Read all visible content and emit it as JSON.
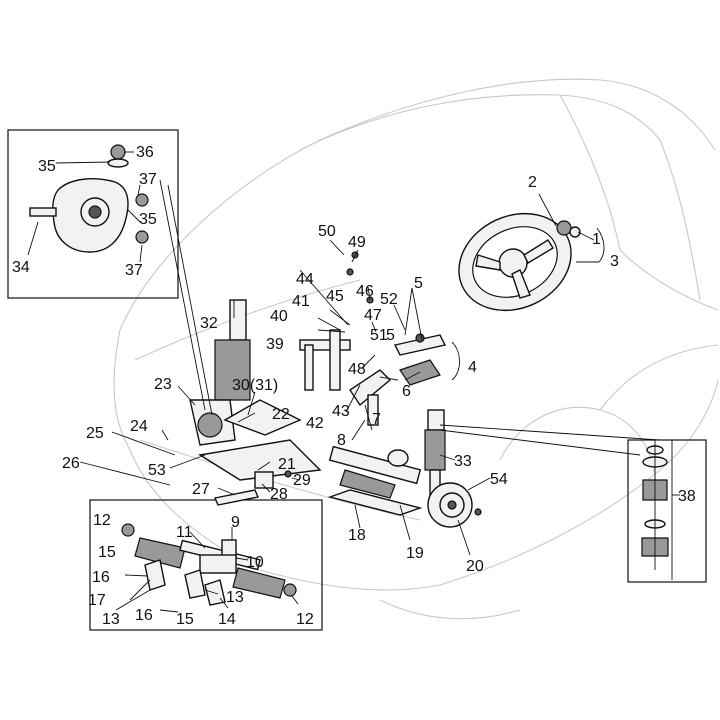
{
  "diagram": {
    "labels": {
      "n1": "1",
      "n2": "2",
      "n3": "3",
      "n4": "4",
      "n5a": "5",
      "n5b": "5",
      "n6": "6",
      "n7": "7",
      "n8": "8",
      "n9": "9",
      "n10": "10",
      "n11": "11",
      "n12a": "12",
      "n12b": "12",
      "n13a": "13",
      "n13b": "13",
      "n14": "14",
      "n15a": "15",
      "n15b": "15",
      "n16a": "16",
      "n16b": "16",
      "n17": "17",
      "n18": "18",
      "n19": "19",
      "n20": "20",
      "n21": "21",
      "n22": "22",
      "n23": "23",
      "n24": "24",
      "n25": "25",
      "n26": "26",
      "n27": "27",
      "n28": "28",
      "n29": "29",
      "n30": "30(31)",
      "n32": "32",
      "n33": "33",
      "n34": "34",
      "n35a": "35",
      "n35b": "35",
      "n36": "36",
      "n37a": "37",
      "n37b": "37",
      "n38": "38",
      "n39": "39",
      "n40": "40",
      "n41": "41",
      "n42": "42",
      "n43": "43",
      "n44": "44",
      "n45": "45",
      "n46": "46",
      "n47": "47",
      "n48": "48",
      "n49": "49",
      "n50": "50",
      "n51": "51",
      "n52": "52",
      "n53": "53",
      "n54": "54"
    }
  }
}
